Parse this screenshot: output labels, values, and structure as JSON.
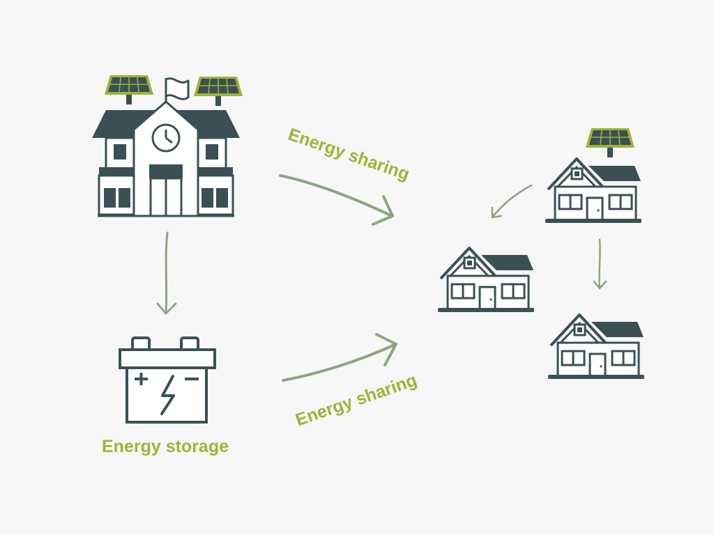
{
  "labels": {
    "sharing_top": "Energy sharing",
    "sharing_bottom": "Energy sharing",
    "storage": "Energy storage"
  },
  "icons": [
    "school-icon",
    "solar-panel-icon",
    "battery-icon",
    "house-icon",
    "arrow-icon"
  ],
  "colors": {
    "dark": "#3a5055",
    "accent": "#9db535",
    "arrow": "#8fa386",
    "background": "#f7f7f7"
  }
}
